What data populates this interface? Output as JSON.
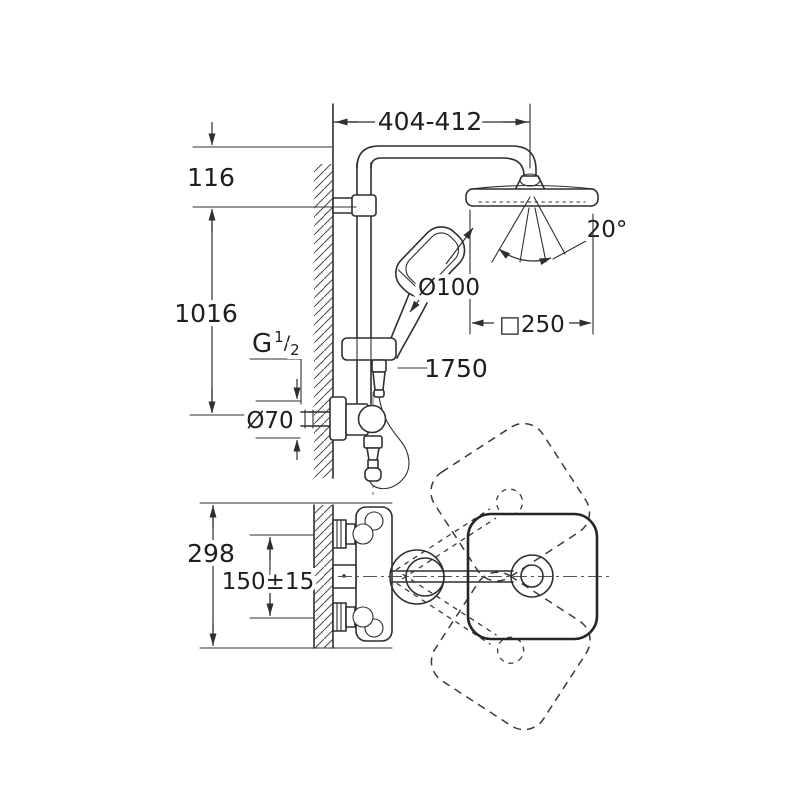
{
  "drawing": {
    "colors": {
      "line": "#2f2f2f",
      "background": "#ffffff"
    },
    "dimensions": {
      "top_width": "404-412",
      "offset_top": "116",
      "height": "1016",
      "tilt_angle": "20°",
      "hand_shower_dia": "Ø100",
      "head_shower_size": "□250",
      "hose_length": "1750",
      "escutcheon_dia": "Ø70",
      "depth": "298",
      "inlet_spacing": "150±15",
      "thread_g": "G",
      "thread_num": "1",
      "thread_slash": "/",
      "thread_den": "2"
    }
  }
}
